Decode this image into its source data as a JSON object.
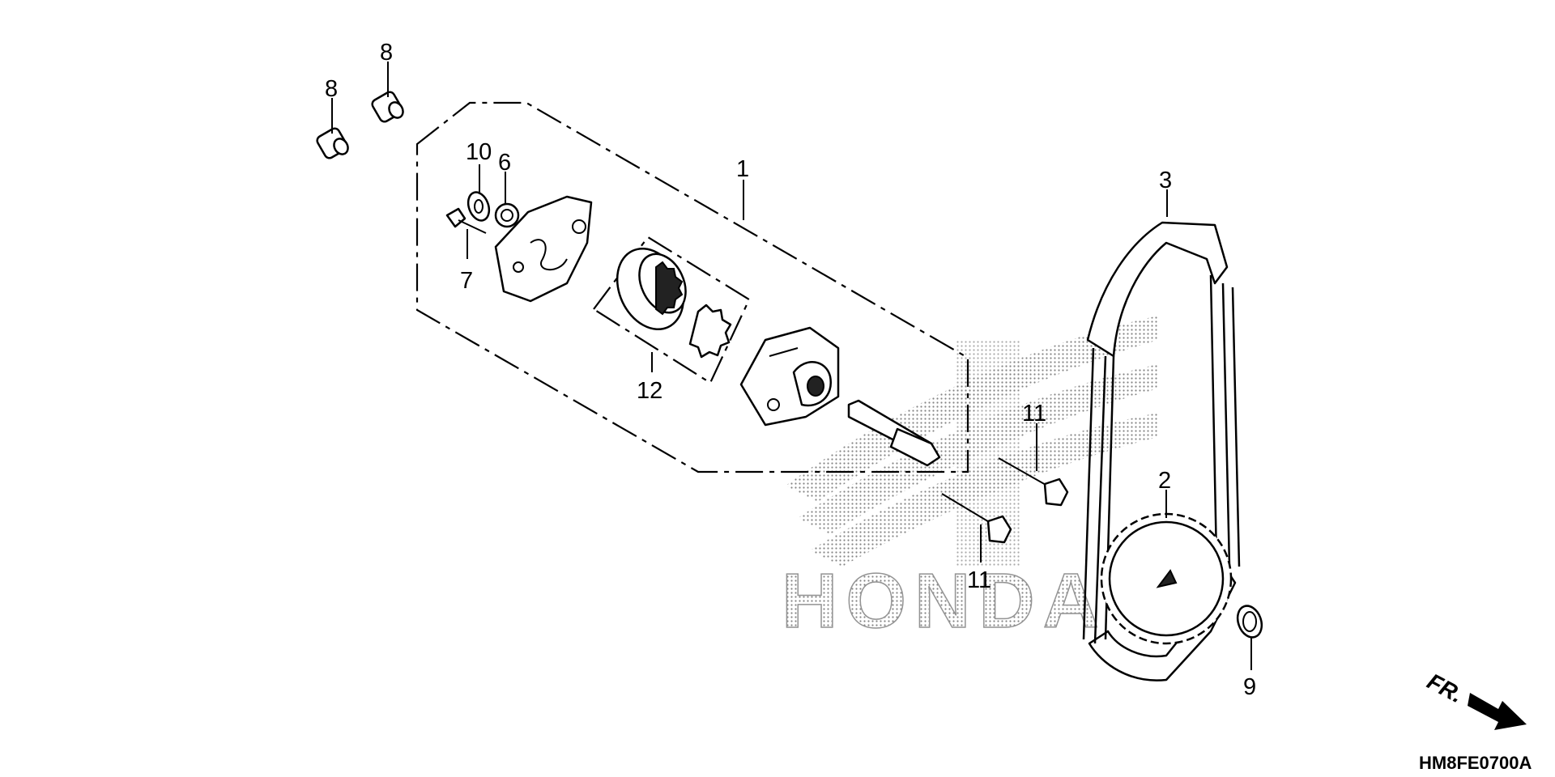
{
  "diagram": {
    "callouts": [
      "1",
      "2",
      "3",
      "6",
      "7",
      "8",
      "8",
      "9",
      "10",
      "11",
      "11",
      "12"
    ],
    "watermark": "HONDA",
    "direction_label": "FR.",
    "drawing_code": "HM8FE0700A"
  },
  "parts": [
    {
      "ref": "1",
      "name": "oil-pump-assembly",
      "icon": "pump-housing-icon"
    },
    {
      "ref": "2",
      "name": "oil-pump-driven-sprocket",
      "icon": "sprocket-icon"
    },
    {
      "ref": "3",
      "name": "oil-pump-drive-chain",
      "icon": "chain-icon"
    },
    {
      "ref": "6",
      "name": "washer",
      "icon": "washer-icon"
    },
    {
      "ref": "7",
      "name": "bolt",
      "icon": "bolt-icon"
    },
    {
      "ref": "8",
      "name": "dowel-pin",
      "icon": "dowel-pin-icon"
    },
    {
      "ref": "9",
      "name": "snap-ring",
      "icon": "snap-ring-icon"
    },
    {
      "ref": "10",
      "name": "washer",
      "icon": "washer-icon"
    },
    {
      "ref": "11",
      "name": "flange-bolt",
      "icon": "flange-bolt-icon"
    },
    {
      "ref": "12",
      "name": "oil-pump-rotor-set",
      "icon": "rotor-icon"
    }
  ]
}
